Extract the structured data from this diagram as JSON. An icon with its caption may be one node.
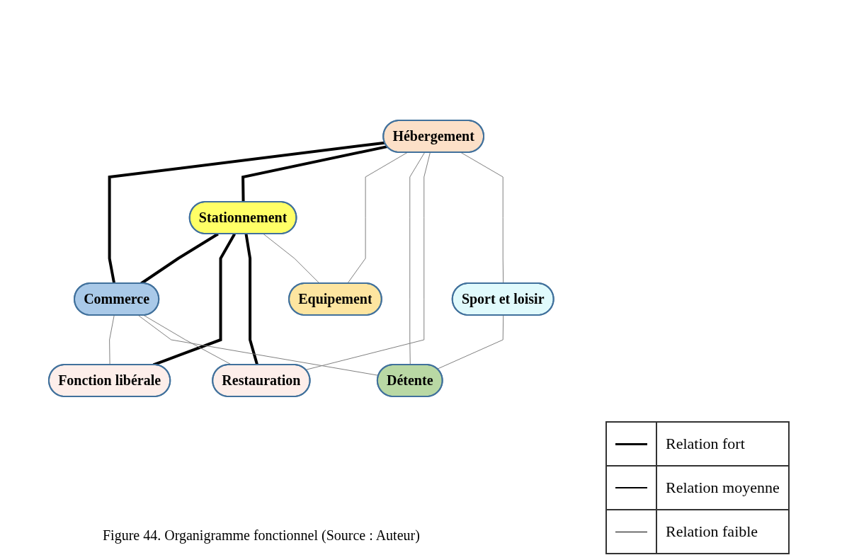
{
  "diagram": {
    "caption": "Figure 44. Organigramme fonctionnel  (Source : Auteur)",
    "nodes": [
      {
        "text": [
          "Hébergement"
        ]
      },
      {
        "text": [
          "Commerce"
        ]
      },
      {
        "text": [
          "Stationnement"
        ]
      },
      {
        "text": [
          "Sport et loisir"
        ]
      },
      {
        "text": [
          "Fonction libérale"
        ]
      },
      {
        "text": [
          "Restauration"
        ]
      },
      {
        "text": [
          "Equipement"
        ]
      },
      {
        "text": [
          "Détente"
        ]
      }
    ],
    "edges": [
      {
        "from": 0,
        "to": 1,
        "arrow": "none",
        "style": "thick",
        "color": "#000000"
      },
      {
        "from": 0,
        "to": 2,
        "arrow": "none",
        "style": "thick",
        "color": "#000000"
      },
      {
        "from": 2,
        "to": 1,
        "arrow": "none",
        "style": "thick",
        "color": "#000000"
      },
      {
        "from": 2,
        "to": 4,
        "arrow": "none",
        "style": "thick",
        "color": "#000000"
      },
      {
        "from": 2,
        "to": 5,
        "arrow": "none",
        "style": "thick",
        "color": "#000000"
      },
      {
        "from": 0,
        "to": 6,
        "arrow": "none"
      },
      {
        "from": 0,
        "to": 7,
        "arrow": "none"
      },
      {
        "from": 0,
        "to": 5,
        "arrow": "none"
      },
      {
        "from": 0,
        "to": 3,
        "arrow": "none"
      },
      {
        "from": 1,
        "to": 4,
        "arrow": "none"
      },
      {
        "from": 1,
        "to": 7,
        "arrow": "none"
      },
      {
        "from": 1,
        "to": 5,
        "arrow": "none"
      },
      {
        "from": 2,
        "to": 6,
        "arrow": "none"
      },
      {
        "from": 3,
        "to": 7,
        "arrow": "none"
      }
    ],
    "legend": [
      {
        "text": "Relation fort"
      },
      {
        "text": "Relation moyenne"
      },
      {
        "text": "Relation faible"
      }
    ]
  }
}
